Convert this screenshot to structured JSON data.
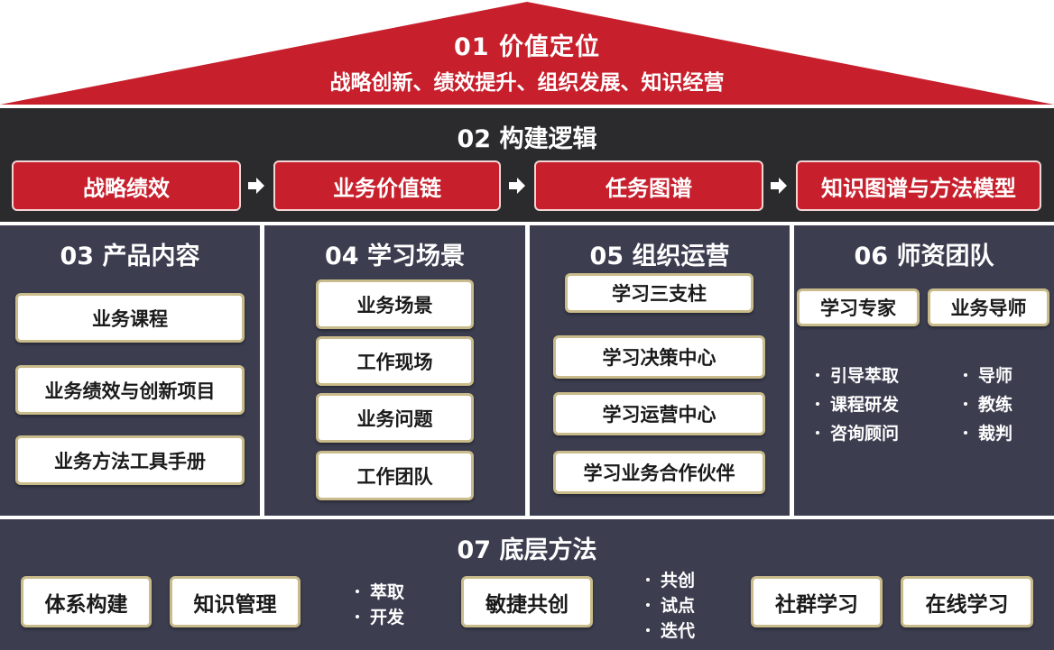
{
  "section1": {
    "title": "01 价值定位",
    "subtitle": "战略创新、绩效提升、组织发展、知识经营"
  },
  "section2": {
    "title": "02  构建逻辑",
    "steps": [
      "战略绩效",
      "业务价值链",
      "任务图谱",
      "知识图谱与方法模型"
    ]
  },
  "section3": {
    "title": "03 产品内容",
    "items": [
      "业务课程",
      "业务绩效与创新项目",
      "业务方法工具手册"
    ]
  },
  "section4": {
    "title": "04 学习场景",
    "items": [
      "业务场景",
      "工作现场",
      "业务问题",
      "工作团队"
    ]
  },
  "section5": {
    "title": "05 组织运营",
    "items": [
      "学习三支柱",
      "学习决策中心",
      "学习运营中心",
      "学习业务合作伙伴"
    ]
  },
  "section6": {
    "title": "06 师资团队",
    "roles": [
      "学习专家",
      "业务导师"
    ],
    "expert_duties": [
      "引导萃取",
      "课程研发",
      "咨询顾问"
    ],
    "mentor_duties": [
      "导师",
      "教练",
      "裁判"
    ]
  },
  "section7": {
    "title": "07 底层方法",
    "methods": [
      "体系构建",
      "知识管理",
      "敏捷共创",
      "社群学习",
      "在线学习"
    ],
    "km_bullets": [
      "萃取",
      "开发"
    ],
    "agile_bullets": [
      "共创",
      "试点",
      "迭代"
    ]
  },
  "colors": {
    "red": "#c71f2c",
    "dark": "#2b2b2d",
    "panel": "#3c3e50",
    "gold_border": "#c9bb8a"
  }
}
